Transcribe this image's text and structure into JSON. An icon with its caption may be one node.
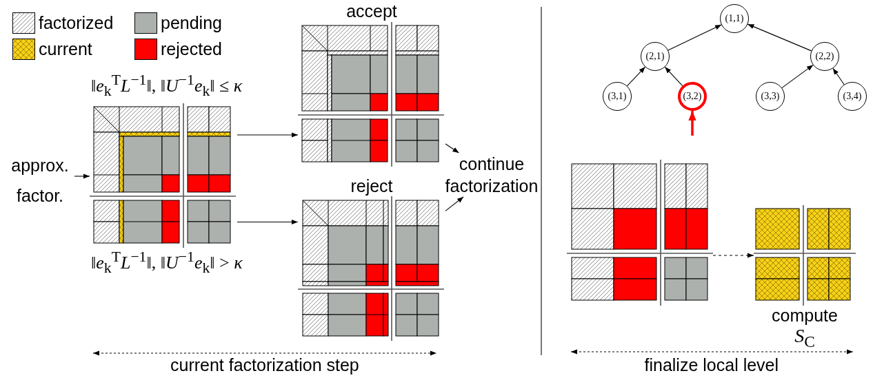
{
  "diagram": {
    "nodes": [
      {
        "text": [
          "approx. factor."
        ]
      },
      {
        "text": [],
        "shape": "picture"
      },
      {
        "text": [
          "accept"
        ]
      },
      {
        "text": [
          "reject"
        ]
      },
      {
        "text": [
          "continue factorization"
        ]
      },
      {
        "text": [
          "(1,1)"
        ]
      },
      {
        "text": [
          "(2,1)"
        ]
      },
      {
        "text": [
          "(2,2)"
        ]
      },
      {
        "text": [
          "(3,1)"
        ]
      },
      {
        "text": [
          "(3,2)"
        ]
      },
      {
        "text": [
          "(3,3)"
        ]
      },
      {
        "text": [
          "(3,4)"
        ]
      },
      {
        "text": [],
        "shape": "picture"
      },
      {
        "text": [
          "compute",
          "*S*$_{C}$"
        ]
      }
    ],
    "edges": [
      {
        "from": 0,
        "to": 1,
        "arrow": "to"
      },
      {
        "from": 1,
        "to": 2,
        "arrow": "to"
      },
      {
        "from": 1,
        "to": 3,
        "arrow": "to"
      },
      {
        "from": 2,
        "to": 4,
        "arrow": "to"
      },
      {
        "from": 3,
        "to": 4,
        "arrow": "to"
      },
      {
        "from": 6,
        "to": 5,
        "arrow": "to"
      },
      {
        "from": 7,
        "to": 5,
        "arrow": "to"
      },
      {
        "from": 8,
        "to": 6,
        "arrow": "to"
      },
      {
        "from": 9,
        "to": 6,
        "arrow": "to"
      },
      {
        "from": 10,
        "to": 7,
        "arrow": "to"
      },
      {
        "from": 11,
        "to": 7,
        "arrow": "to"
      },
      {
        "from": null,
        "to": 9,
        "arrow": "to",
        "style": "thick",
        "color": "#ff0000"
      },
      {
        "from": 12,
        "to": 13,
        "arrow": "to",
        "style": "dashed"
      }
    ],
    "labels": [
      "‖*e*$_{k}$$^{T}$*L*$^{−1}$‖, ‖*U*$^{−1}$*e*$_{k}$‖ ≤ *κ*",
      "‖*e*$_{k}$$^{T}$*L*$^{−1}$‖, ‖*U*$^{−1}$*e*$_{k}$‖ > *κ*",
      "current factorization step",
      "finalize local level"
    ],
    "legend": [
      {
        "text": "factorized"
      },
      {
        "text": "pending",
        "color": "#adb1ad"
      },
      {
        "text": "current"
      },
      {
        "text": "rejected",
        "color": "#ff0000"
      }
    ]
  }
}
